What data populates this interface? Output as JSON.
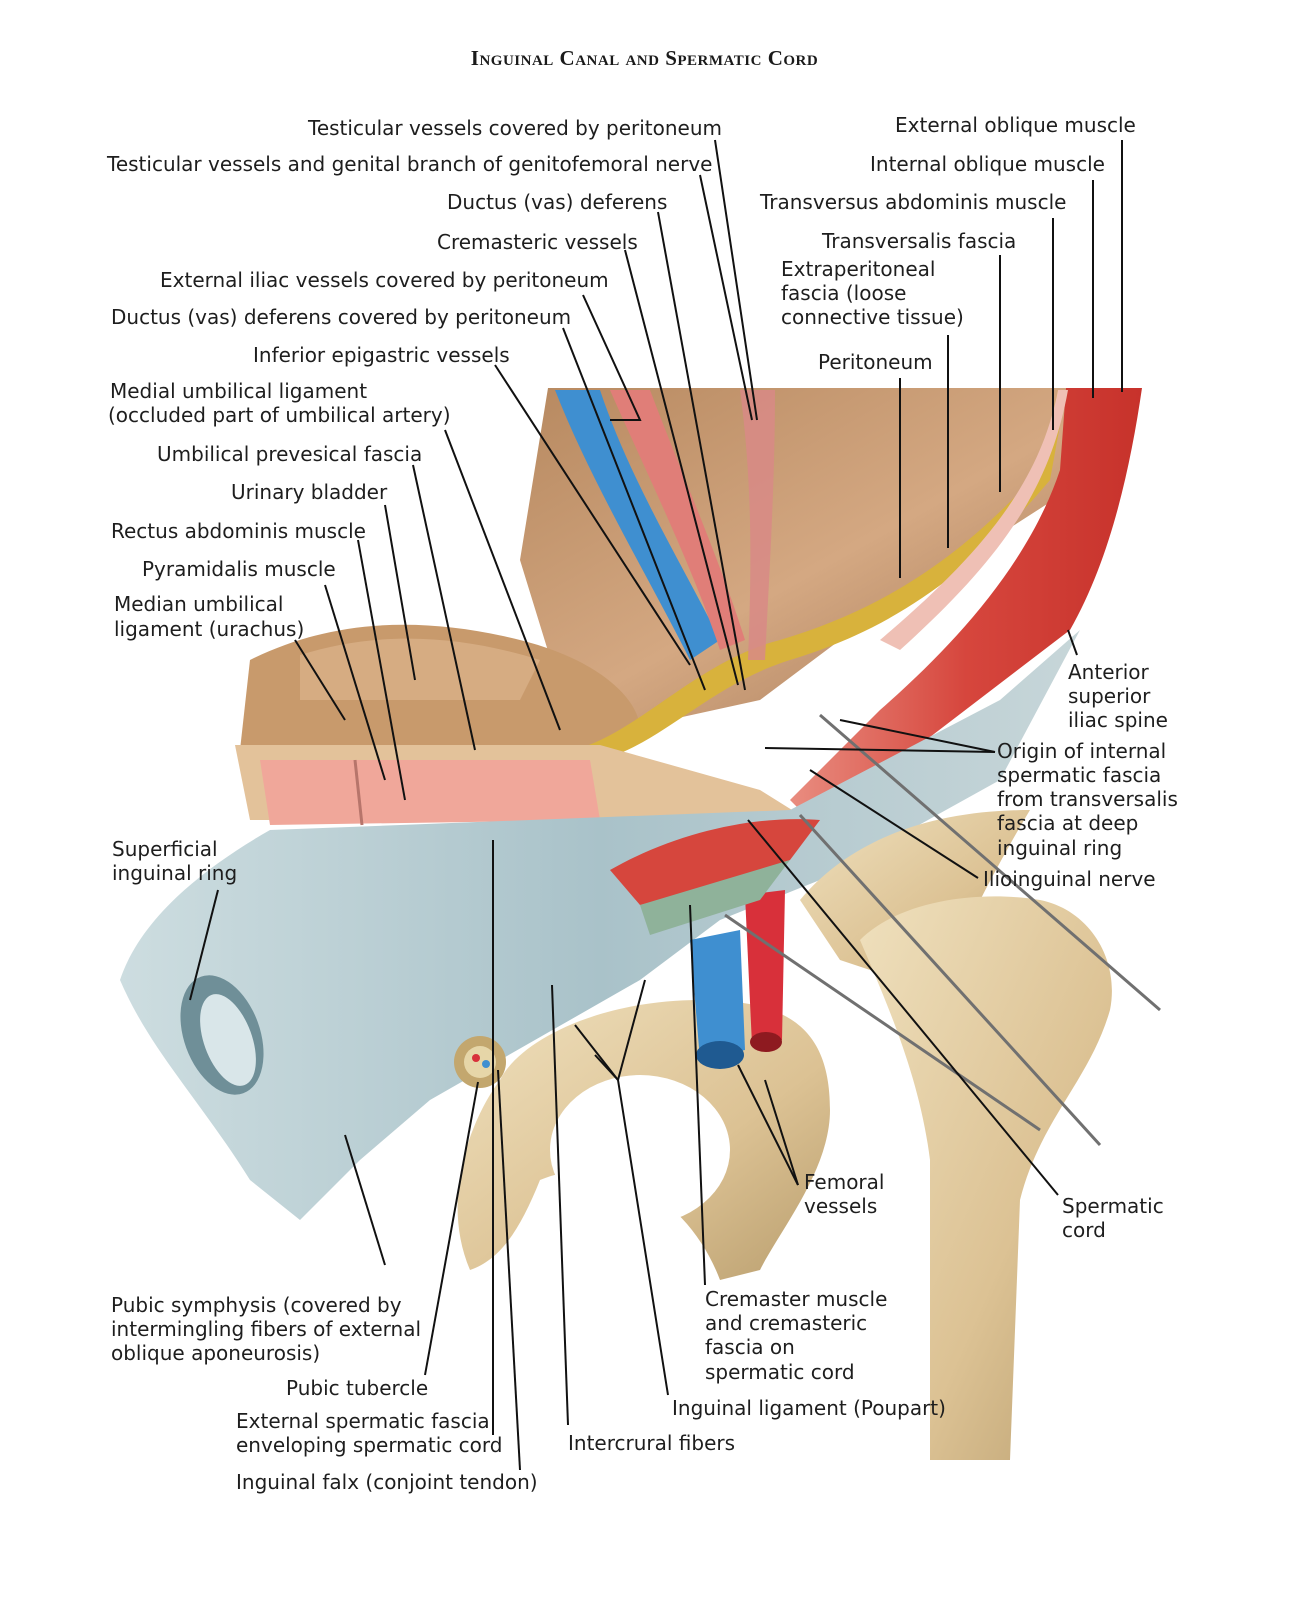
{
  "title": "Inguinal Canal and Spermatic Cord",
  "labels": {
    "testicular_vessels_peritoneum": "Testicular vessels covered by peritoneum",
    "testicular_vessels_genital": "Testicular vessels and genital branch of genitofemoral nerve",
    "ductus_deferens": "Ductus (vas) deferens",
    "cremasteric_vessels": "Cremasteric vessels",
    "external_iliac_vessels": "External iliac vessels covered by peritoneum",
    "ductus_deferens_peritoneum": "Ductus (vas) deferens covered by peritoneum",
    "inferior_epigastric": "Inferior epigastric vessels",
    "medial_umbilical_1": "Medial umbilical ligament",
    "medial_umbilical_2": "(occluded part of umbilical artery)",
    "umbilical_prevesical": "Umbilical prevesical fascia",
    "urinary_bladder": "Urinary bladder",
    "rectus_abdominis": "Rectus abdominis muscle",
    "pyramidalis": "Pyramidalis muscle",
    "median_umbilical_1": "Median umbilical",
    "median_umbilical_2": "ligament (urachus)",
    "external_oblique": "External oblique muscle",
    "internal_oblique": "Internal oblique muscle",
    "transversus": "Transversus abdominis muscle",
    "transversalis_fascia": "Transversalis fascia",
    "extraperitoneal_1": "Extraperitoneal",
    "extraperitoneal_2": "fascia (loose",
    "extraperitoneal_3": "connective tissue)",
    "peritoneum": "Peritoneum",
    "asis_1": "Anterior",
    "asis_2": "superior",
    "asis_3": "iliac spine",
    "origin_1": "Origin of internal",
    "origin_2": "spermatic fascia",
    "origin_3": "from transversalis",
    "origin_4": "fascia at deep",
    "origin_5": "inguinal ring",
    "ilioinguinal": "Ilioinguinal nerve",
    "superficial_ring_1": "Superficial",
    "superficial_ring_2": "inguinal ring",
    "femoral_1": "Femoral",
    "femoral_2": "vessels",
    "spermatic_cord_1": "Spermatic",
    "spermatic_cord_2": "cord",
    "pubic_symphysis_1": "Pubic symphysis (covered by",
    "pubic_symphysis_2": "intermingling fibers of external",
    "pubic_symphysis_3": "oblique aponeurosis)",
    "pubic_tubercle": "Pubic tubercle",
    "external_spermatic_1": "External spermatic fascia",
    "external_spermatic_2": "enveloping spermatic cord",
    "inguinal_falx": "Inguinal falx (conjoint tendon)",
    "cremaster_1": "Cremaster muscle",
    "cremaster_2": "and cremasteric",
    "cremaster_3": "fascia on",
    "cremaster_4": "spermatic cord",
    "inguinal_ligament": "Inguinal ligament (Poupart)",
    "intercrural": "Intercrural fibers"
  },
  "colors": {
    "muscle": "#d9534a",
    "muscle_light": "#f0a79a",
    "fascia": "#b9cdd3",
    "fat": "#d8b23c",
    "peritoneum_tan": "#c99a73",
    "bone": "#e6d2a6",
    "vein": "#3f8fd0",
    "artery": "#d8303a"
  }
}
